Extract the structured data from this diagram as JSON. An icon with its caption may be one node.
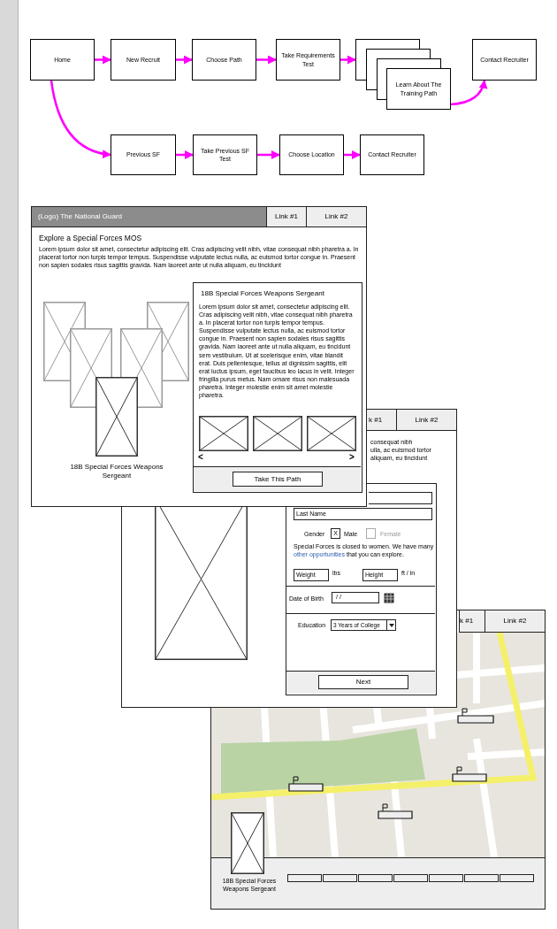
{
  "diagram": {
    "nodes": [
      {
        "text": [
          "Home"
        ]
      },
      {
        "text": [
          "New Recruit"
        ]
      },
      {
        "text": [
          "Choose Path"
        ]
      },
      {
        "text": [
          "Take Requirements Test"
        ]
      },
      {
        "text": [
          "Learn About The Training Path"
        ]
      },
      {
        "text": [
          "Contact Recruiter"
        ]
      },
      {
        "text": [
          "Previous SF"
        ]
      },
      {
        "text": [
          "Take Previous SF Test"
        ]
      },
      {
        "text": [
          "Choose Location"
        ]
      },
      {
        "text": [
          "Contact Recruiter"
        ]
      },
      {
        "text": [],
        "shape": "bar"
      }
    ],
    "edges": [
      {
        "from": 0,
        "to": 1,
        "arrow": "to"
      },
      {
        "from": 1,
        "to": 2,
        "arrow": "to"
      },
      {
        "from": 2,
        "to": 3,
        "arrow": "to"
      },
      {
        "from": 3,
        "to": 4,
        "arrow": "to"
      },
      {
        "from": 4,
        "to": 5,
        "arrow": "to"
      },
      {
        "from": 0,
        "to": 6,
        "arrow": "to"
      },
      {
        "from": 6,
        "to": 7,
        "arrow": "to"
      },
      {
        "from": 7,
        "to": 8,
        "arrow": "to"
      },
      {
        "from": 8,
        "to": 9,
        "arrow": "to"
      }
    ],
    "labels": [
      "(Logo) The National Guard",
      "Link #1",
      "Link #2",
      "Explore a Special Forces MOS",
      "Lorem ipsum dolor sit amet, consectetur adipiscing elit. Cras adipiscing velit nibh, vitae consequat nibh pharetra a. In placerat tortor non turpis tempor tempus. Suspendisse vulputate lectus nulla, ac euismod tortor congue in. Praesent non sapien sodales risus sagittis gravida. Nam laoreet ante ut nulla aliquam, eu tincidunt",
      "18B Special Forces Weapons Sergeant",
      "Lorem ipsum dolor sit amet, consectetur adipiscing elit. Cras adipiscing velit nibh, vitae consequat nibh pharetra a. In placerat tortor non turpis tempor tempus. Suspendisse vulputate lectus nulla, ac euismod tortor congue in. Praesent non sapien sodales risus sagittis gravida. Nam laoreet ante ut nulla aliquam, eu tincidunt sem vestibulum. Ut at scelerisque enim, vitae blandit erat. Duis pellentesque, tellus at dignissim sagittis, elit erat luctus ipsum, eget faucibus leo lacus in velit. Integer fringilla purus metus. Nam ornare risus non malesuada pharetra. Integer molestie enim sit amet molestie pharetra.",
      "<",
      ">",
      "18B Special Forces Weapons Sergeant",
      "Take This Path",
      "k #1",
      "Link #2",
      "consequat nibh",
      "ulla, ac euismod tortor",
      "aliquam, eu tincidunt",
      "Last Name",
      "Gender",
      "X",
      "Male",
      "Female",
      "Special Forces is closed to women. We have many",
      "other opportunities",
      "that you can explore.",
      "Weight",
      "lbs",
      "Height",
      "ft / in",
      "Date of Birth",
      "/ /",
      "Education",
      "3 Years of College",
      "Next",
      "k #1",
      "Link #2",
      "18B Special Forces Weapons Sergeant"
    ]
  }
}
